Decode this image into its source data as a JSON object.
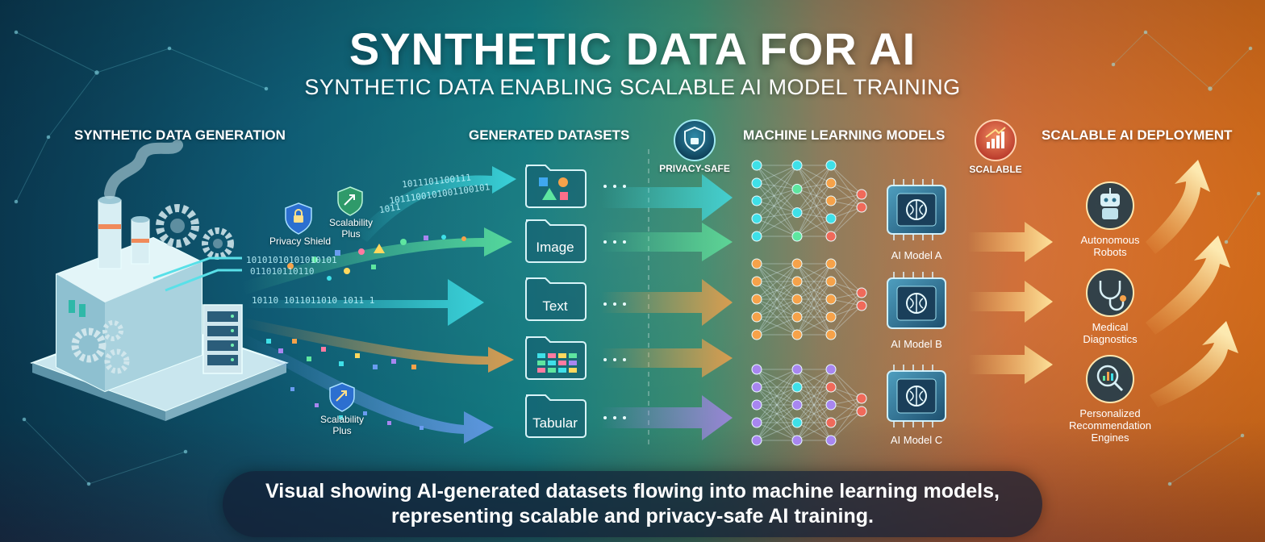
{
  "header": {
    "title": "SYNTHETIC DATA FOR AI",
    "subtitle": "SYNTHETIC DATA ENABLING SCALABLE AI MODEL TRAINING"
  },
  "sections": {
    "generation": "SYNTHETIC DATA GENERATION",
    "datasets": "GENERATED DATASETS",
    "models": "MACHINE LEARNING MODELS",
    "deployment": "SCALABLE AI DEPLOYMENT"
  },
  "badges": {
    "privacy_shield": "Privacy Shield",
    "scalability_plus_top": "Scalability Plus",
    "scalability_plus_bottom": "Scalability Plus",
    "privacy_safe": "PRIVACY-SAFE",
    "scalable": "SCALABLE"
  },
  "binary_text": {
    "line1": "1011101100111",
    "line2": "1011100101001100101",
    "line3": "1011",
    "line4": "10101010101010101",
    "line5": "011010110110",
    "line6": "10110 1011011010 1011 1"
  },
  "datasets": [
    "Image",
    "Text",
    "Tabular"
  ],
  "models": [
    "AI Model A",
    "AI Model B",
    "AI Model C"
  ],
  "applications": [
    {
      "line1": "Autonomous",
      "line2": "Robots",
      "line3": ""
    },
    {
      "line1": "Medical",
      "line2": "Diagnostics",
      "line3": ""
    },
    {
      "line1": "Personalized",
      "line2": "Recommendation",
      "line3": "Engines"
    }
  ],
  "caption": {
    "line1": "Visual showing AI-generated datasets flowing into machine learning models,",
    "line2": "representing scalable and privacy-safe AI training."
  },
  "colors": {
    "cyan": "#3fe0e8",
    "green": "#5ee6a0",
    "orange": "#f6a24a",
    "purple": "#a886f0",
    "yellow": "#ffd878"
  }
}
